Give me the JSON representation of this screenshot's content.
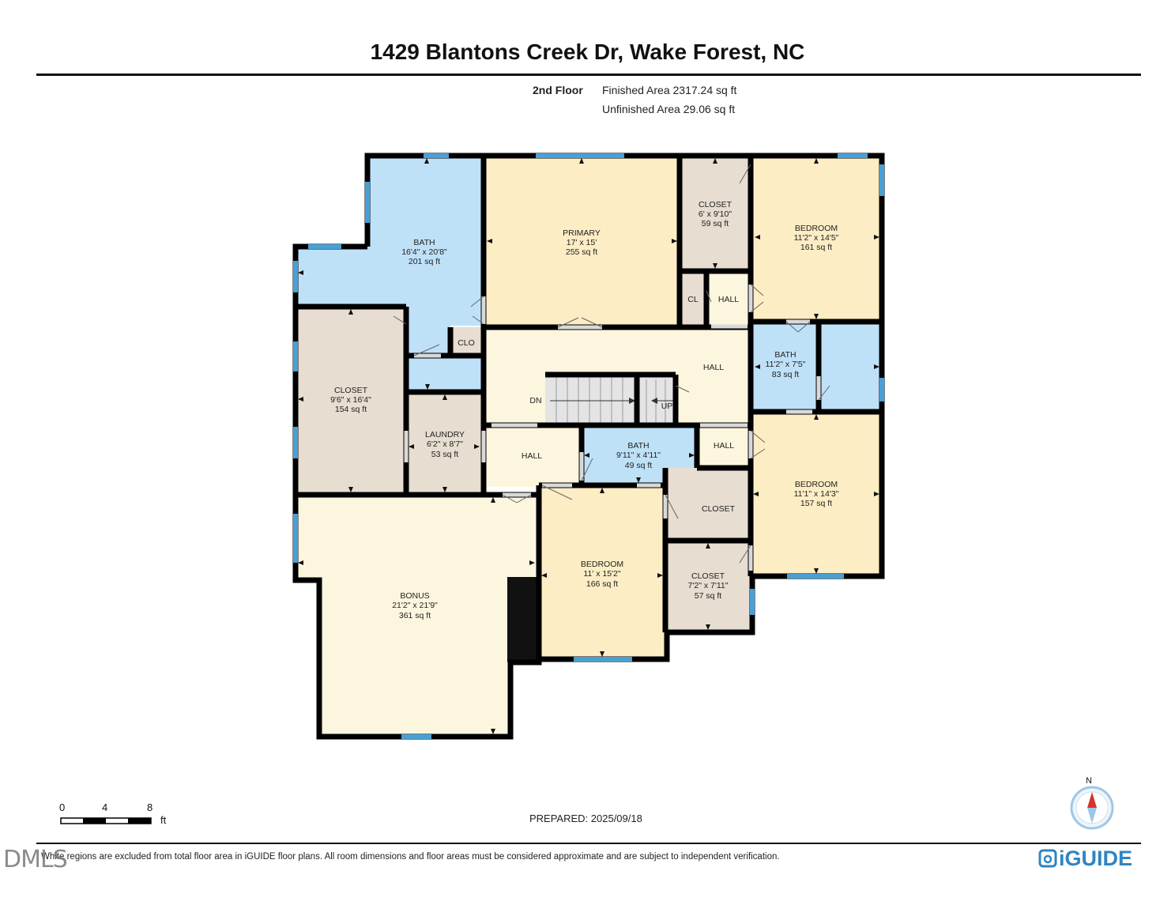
{
  "header": {
    "title": "1429 Blantons Creek Dr, Wake Forest, NC",
    "floor_label": "2nd Floor",
    "finished_area": "Finished Area 2317.24 sq ft",
    "unfinished_area": "Unfinished Area 29.06 sq ft"
  },
  "rooms": {
    "bath_main": {
      "name": "BATH",
      "dims": "16'4\" x 20'8\"",
      "area": "201 sq ft"
    },
    "primary": {
      "name": "PRIMARY",
      "dims": "17' x 15'",
      "area": "255 sq ft"
    },
    "closet_top": {
      "name": "CLOSET",
      "dims": "6' x 9'10\"",
      "area": "59 sq ft"
    },
    "bedroom_ne": {
      "name": "BEDROOM",
      "dims": "11'2\" x 14'5\"",
      "area": "161 sq ft"
    },
    "cl": {
      "name": "CL"
    },
    "hall_small_top": {
      "name": "HALL"
    },
    "clo": {
      "name": "CLO"
    },
    "closet_left": {
      "name": "CLOSET",
      "dims": "9'6\" x 16'4\"",
      "area": "154 sq ft"
    },
    "hall_center": {
      "name": "HALL"
    },
    "stairs_dn": {
      "name": "DN"
    },
    "stairs_up": {
      "name": "UP"
    },
    "bath_east": {
      "name": "BATH",
      "dims": "11'2\" x 7'5\"",
      "area": "83 sq ft"
    },
    "laundry": {
      "name": "LAUNDRY",
      "dims": "6'2\" x 8'7\"",
      "area": "53 sq ft"
    },
    "hall_left": {
      "name": "HALL"
    },
    "bath_mid": {
      "name": "BATH",
      "dims": "9'11\" x 4'11\"",
      "area": "49 sq ft"
    },
    "hall_right": {
      "name": "HALL"
    },
    "bedroom_e": {
      "name": "BEDROOM",
      "dims": "11'1\" x 14'3\"",
      "area": "157 sq ft"
    },
    "closet_mid": {
      "name": "CLOSET"
    },
    "closet_low": {
      "name": "CLOSET",
      "dims": "7'2\" x 7'11\"",
      "area": "57 sq ft"
    },
    "bedroom_s": {
      "name": "BEDROOM",
      "dims": "11' x 15'2\"",
      "area": "166 sq ft"
    },
    "bonus": {
      "name": "BONUS",
      "dims": "21'2\" x 21'9\"",
      "area": "361 sq ft"
    }
  },
  "scale": {
    "ticks": [
      "0",
      "4",
      "8"
    ],
    "unit": "ft"
  },
  "compass": {
    "label": "N"
  },
  "prepared": "PREPARED: 2025/09/18",
  "footer": {
    "disclaimer": "White regions are excluded from total floor area in iGUIDE floor plans. All room dimensions and floor areas must be considered approximate and are subject to independent verification.",
    "brand": "iGUIDE",
    "watermark": "DMLS"
  },
  "colors": {
    "bath": "#bfe1f8",
    "bedroom": "#fdedc4",
    "closet": "#e7ddd0",
    "hall": "#fdf6df",
    "wall": "#000000",
    "window": "#4a9fd4",
    "brand": "#2f84c5"
  }
}
